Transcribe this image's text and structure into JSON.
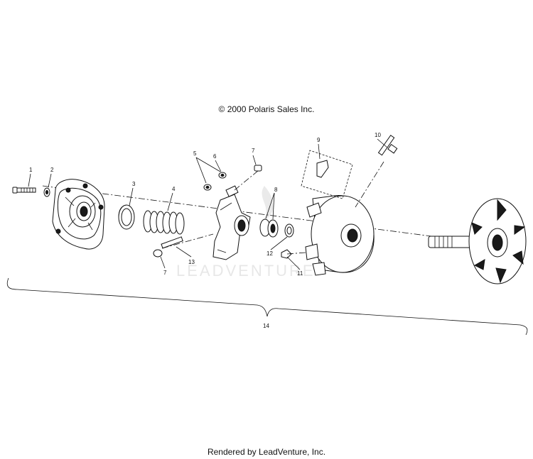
{
  "header": {
    "copyright": "© 2000 Polaris Sales Inc."
  },
  "footer": {
    "rendered_by": "Rendered by LeadVenture, Inc."
  },
  "watermark": {
    "text": "LEADVENTURE"
  },
  "callouts": [
    "1",
    "2",
    "3",
    "4",
    "5",
    "6",
    "7",
    "8",
    "9",
    "10",
    "7",
    "11",
    "12",
    "13",
    "14"
  ]
}
